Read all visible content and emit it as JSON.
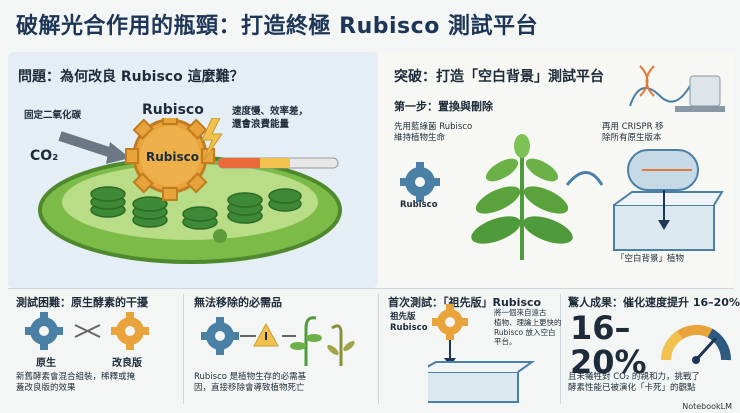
{
  "title": "破解光合作用的瓶頸：打造終極 Rubisco 測試平台",
  "left": {
    "heading": "問題：為何改良 Rubisco 這麼難？",
    "label_fix": "固定二氧化碳",
    "label_co2": "CO₂",
    "label_rubisco_top": "Rubisco",
    "label_rubisco_gear": "Rubisco",
    "label_slow": "速度慢、效率差，\n還會浪費能量"
  },
  "right": {
    "heading": "突破：打造「空白背景」測試平台",
    "step1": "第一步：置換與刪除",
    "step1_left": "先用藍綠菌 Rubisco\n維持植物生命",
    "step1_right": "再用 CRISPR 移\n除所有原生版本",
    "rubisco_label": "Rubisco",
    "blank_plant": "「空白背景」植物"
  },
  "bottom": {
    "difficulty_title": "測試困難：原生酵素的干擾",
    "native": "原生",
    "improved": "改良版",
    "difficulty_text": "新舊酵素會混合組裝，稀釋或掩\n蓋改良版的效果",
    "essential_title": "無法移除的必需品",
    "essential_text": "Rubisco 是植物生存的必需基\n因，直接移除會導致植物死亡",
    "first_test_title": "首次測試：「祖先版」Rubisco",
    "ancestral": "祖先版\nRubisco",
    "first_test_text": "將一個來自遠古\n植物、理論上更快的\nRubisco 放入空白\n平台。",
    "result_title": "驚人成果：催化速度提升 16–20%",
    "result_big": "16–\n20%",
    "result_text": "且未犧牲對 CO₂ 的親和力，挑戰了\n酵素性能已被演化「卡死」的觀點"
  },
  "footer": "NotebookLM",
  "colors": {
    "navy": "#1d3557",
    "leaf_green": "#4f9a3a",
    "gear_orange": "#e8a33a",
    "gear_blue": "#4a7fa6",
    "warning": "#f2c14e"
  }
}
